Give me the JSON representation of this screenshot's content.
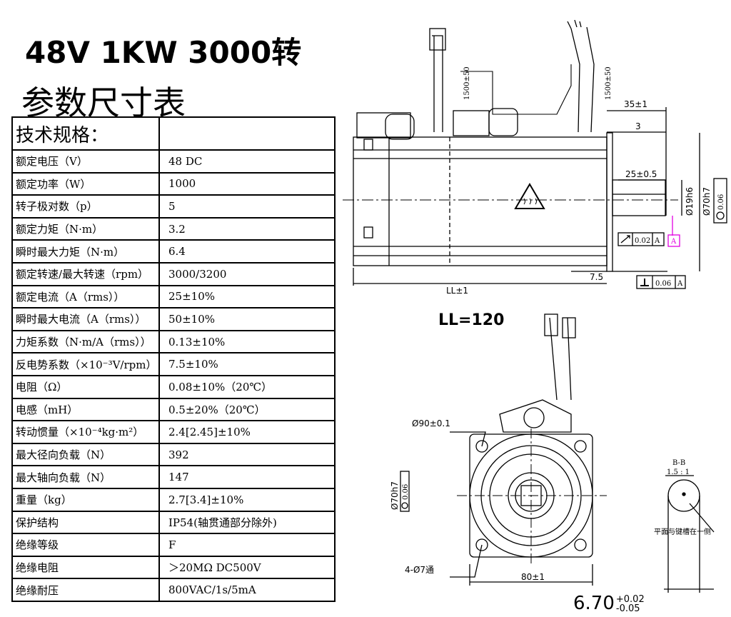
{
  "title_line1": "48V 1KW 3000转",
  "title_line2": "参数尺寸表",
  "spec_header": "技术规格：",
  "spec_rows": [
    {
      "k": "额定电压（V）",
      "v": "48  DC"
    },
    {
      "k": "额定功率（W）",
      "v": "1000"
    },
    {
      "k": "转子极对数（p）",
      "v": "5"
    },
    {
      "k": "额定力矩（N·m）",
      "v": "3.2"
    },
    {
      "k": "瞬时最大力矩（N·m）",
      "v": "6.4"
    },
    {
      "k": "额定转速/最大转速（rpm）",
      "v": "3000/3200"
    },
    {
      "k": "额定电流（A（rms））",
      "v": "25±10%"
    },
    {
      "k": "瞬时最大电流（A（rms））",
      "v": "50±10%"
    },
    {
      "k": "力矩系数（N·m/A（rms））",
      "v": "0.13±10%"
    },
    {
      "k": "反电势系数（×10⁻³V/rpm）",
      "v": "7.5±10%"
    },
    {
      "k": "电阻（Ω）",
      "v": "0.08±10%（20℃）"
    },
    {
      "k": "电感（mH）",
      "v": "0.5±20%（20℃）"
    },
    {
      "k": "转动惯量（×10⁻⁴kg·m²）",
      "v": "2.4[2.45]±10%"
    },
    {
      "k": "最大径向负载（N）",
      "v": "392"
    },
    {
      "k": "最大轴向负载（N）",
      "v": "147"
    },
    {
      "k": "重量（kg）",
      "v": "2.7[3.4]±10%"
    },
    {
      "k": "保护结构",
      "v": "IP54(轴贯通部分除外)"
    },
    {
      "k": "绝缘等级",
      "v": "F"
    },
    {
      "k": "绝缘电阻",
      "v": "＞20MΩ      DC500V"
    },
    {
      "k": "绝缘耐压",
      "v": "800VAC/1s/5mA"
    }
  ],
  "dims": {
    "cable1": "1500±50",
    "cable2": "1500±50",
    "d35": "35±1",
    "d3": "3",
    "d25": "25±0.5",
    "shaft": "Ø19h6",
    "pilot": "Ø70h7",
    "tol006": "0.06",
    "tol002": "0.02",
    "datum": "A",
    "d75": "7.5",
    "ll_dim": "LL±1",
    "ll_value": "LL=120",
    "pcd": "Ø90±0.1",
    "pilot_front": "Ø70h7",
    "holes": "4-Ø7通",
    "flange": "80±1",
    "section": "B-B",
    "scale": "1.5 : 1",
    "key_note": "平面与键槽在一侧",
    "tol_main": "6.70",
    "tol_up": "+0.02",
    "tol_low": "-0.05"
  },
  "colors": {
    "line": "#000000",
    "magenta": "#e100e1"
  }
}
